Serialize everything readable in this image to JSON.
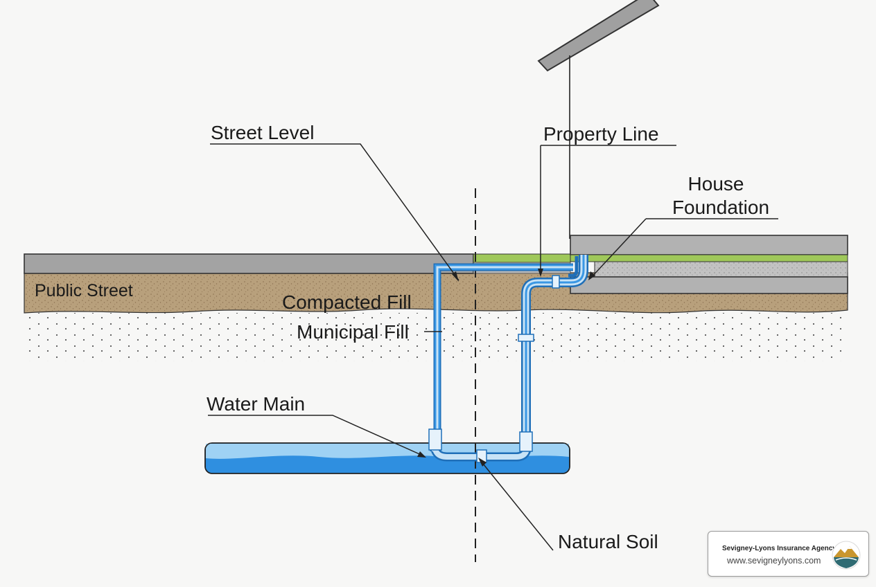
{
  "diagram": {
    "labels": {
      "street_level": "Street Level",
      "property_line": "Property Line",
      "house_foundation_line1": "House",
      "house_foundation_line2": "Foundation",
      "public_street": "Public Street",
      "compacted_fill": "Compacted Fill",
      "municipal_fill": "Municipal Fill",
      "water_main": "Water Main",
      "natural_soil": "Natural Soil"
    },
    "colors": {
      "pavement": "#a3a3a3",
      "fill_soil": "#b8a07c",
      "grass": "#9fc85a",
      "foundation": "#b2b2b2",
      "pipe_blue": "#1f82d8",
      "pipe_light": "#c8e3f6",
      "water_main": "#2f8fe0",
      "water_main_top": "#9fd2f4"
    }
  },
  "badge": {
    "name": "Sevigney-Lyons Insurance Agency",
    "url": "www.sevigneylyons.com",
    "logo_icon": "mountain-logo-icon"
  }
}
